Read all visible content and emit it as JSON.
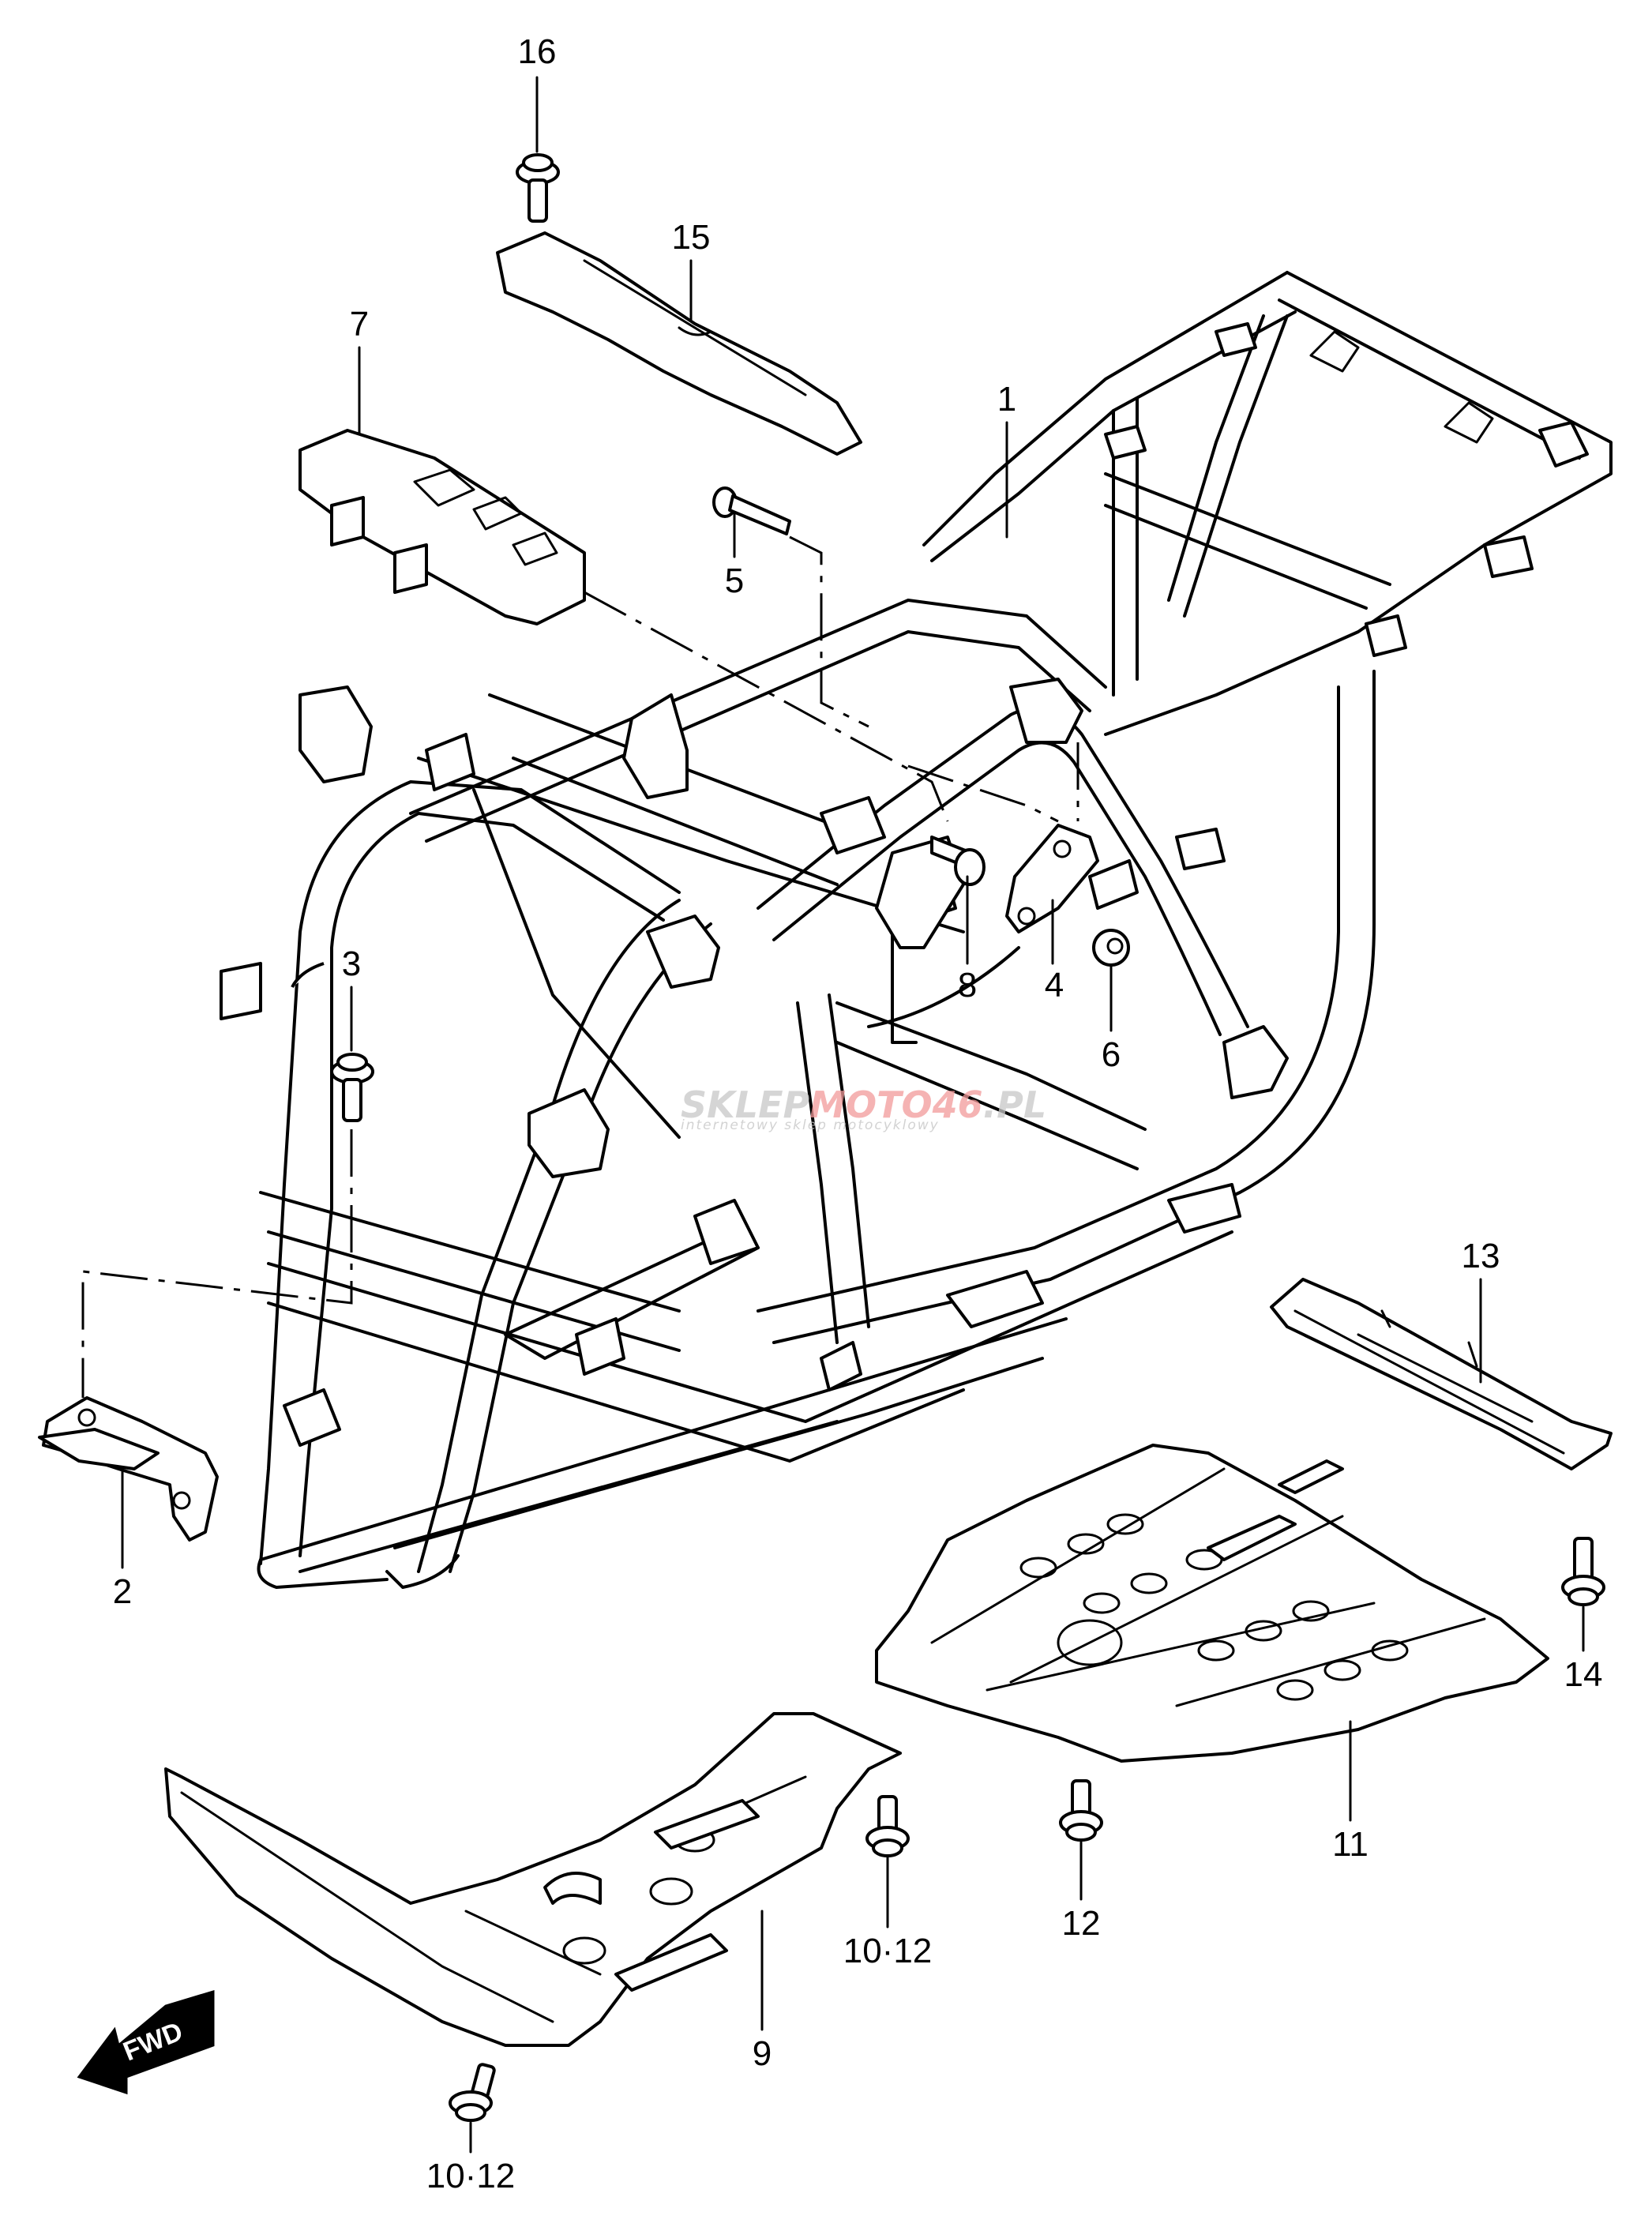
{
  "diagram": {
    "title": "Frame assembly exploded parts diagram",
    "callouts": [
      {
        "id": "16",
        "text": "16",
        "part": "bolt"
      },
      {
        "id": "15",
        "text": "15",
        "part": "upper-cover-plate"
      },
      {
        "id": "7",
        "text": "7",
        "part": "seat-rail-bracket"
      },
      {
        "id": "1",
        "text": "1",
        "part": "frame"
      },
      {
        "id": "5",
        "text": "5",
        "part": "long-bolt"
      },
      {
        "id": "3",
        "text": "3",
        "part": "bolt"
      },
      {
        "id": "8",
        "text": "8",
        "part": "bolt"
      },
      {
        "id": "4",
        "text": "4",
        "part": "bracket"
      },
      {
        "id": "6",
        "text": "6",
        "part": "nut"
      },
      {
        "id": "13",
        "text": "13",
        "part": "side-guard"
      },
      {
        "id": "2",
        "text": "2",
        "part": "front-bracket"
      },
      {
        "id": "14",
        "text": "14",
        "part": "bolt"
      },
      {
        "id": "11",
        "text": "11",
        "part": "rear-skid-plate"
      },
      {
        "id": "12",
        "text": "12",
        "part": "bolt"
      },
      {
        "id": "10-12-right",
        "text": "10·12",
        "part": "bolt"
      },
      {
        "id": "9",
        "text": "9",
        "part": "front-skid-plate"
      },
      {
        "id": "10-12-bottom",
        "text": "10·12",
        "part": "bolt"
      }
    ],
    "direction_indicator": {
      "text": "FWD",
      "icon": "forward-arrow-icon"
    },
    "watermark": {
      "brand_gray": "SKLEP",
      "brand_red": "MOTO",
      "brand_number": "46",
      "suffix": ".PL",
      "tagline": "internetowy sklep motocyklowy"
    }
  },
  "colors": {
    "line": "#000000",
    "background": "#ffffff",
    "watermark_gray": "#c8c8c8",
    "watermark_red": "#f29a9a"
  }
}
